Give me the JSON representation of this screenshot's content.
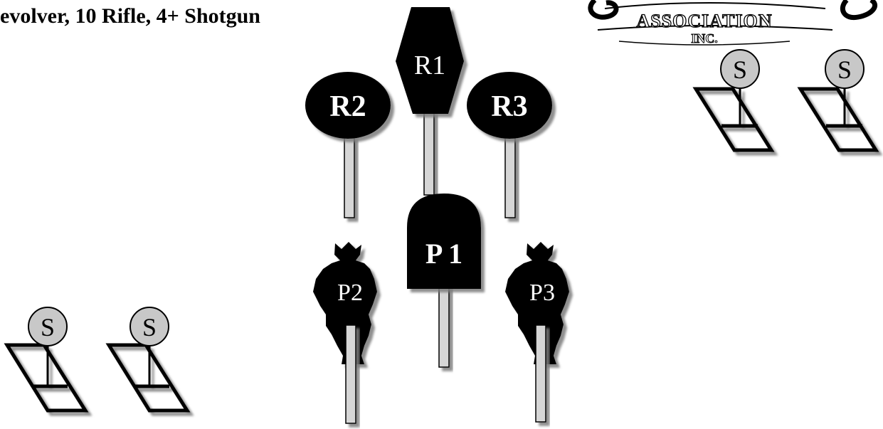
{
  "heading": "evolver, 10 Rifle, 4+ Shotgun",
  "logo": {
    "line1": "ASSOCIATION",
    "line2": "INC."
  },
  "targets": {
    "rifle": {
      "r1": "R1",
      "r2": "R2",
      "r3": "R3"
    },
    "pistol": {
      "p1": "P 1",
      "p2": "P2",
      "p3": "P3"
    }
  },
  "shotgun_label": "S",
  "colors": {
    "target_fill": "#000000",
    "post_fill": "#d6d6d6",
    "shotgun_circle": "#c8c8c8",
    "shadow": "#8a8a8a"
  }
}
